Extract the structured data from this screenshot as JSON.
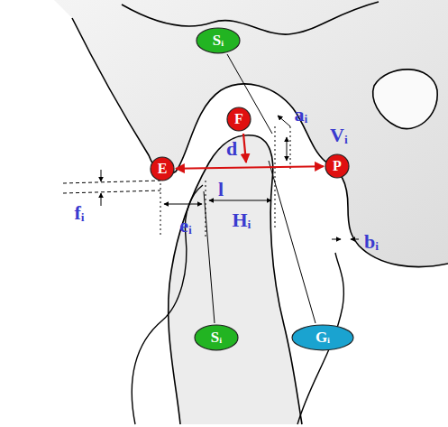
{
  "diagram": {
    "nodes": [
      {
        "text": [
          "Sᵢ"
        ]
      },
      {
        "text": [
          "F"
        ]
      },
      {
        "text": [
          "E"
        ]
      },
      {
        "text": [
          "P"
        ]
      },
      {
        "text": [
          "Sᵢ"
        ]
      },
      {
        "text": [
          "Gᵢ"
        ]
      }
    ],
    "edges": [
      {
        "from": 3,
        "to": 2,
        "arrow": "both",
        "label": "l"
      }
    ],
    "labels": [
      "aᵢ",
      "Vᵢ",
      "d",
      "fᵢ",
      "eᵢ",
      "Hᵢ",
      "bᵢ"
    ]
  }
}
